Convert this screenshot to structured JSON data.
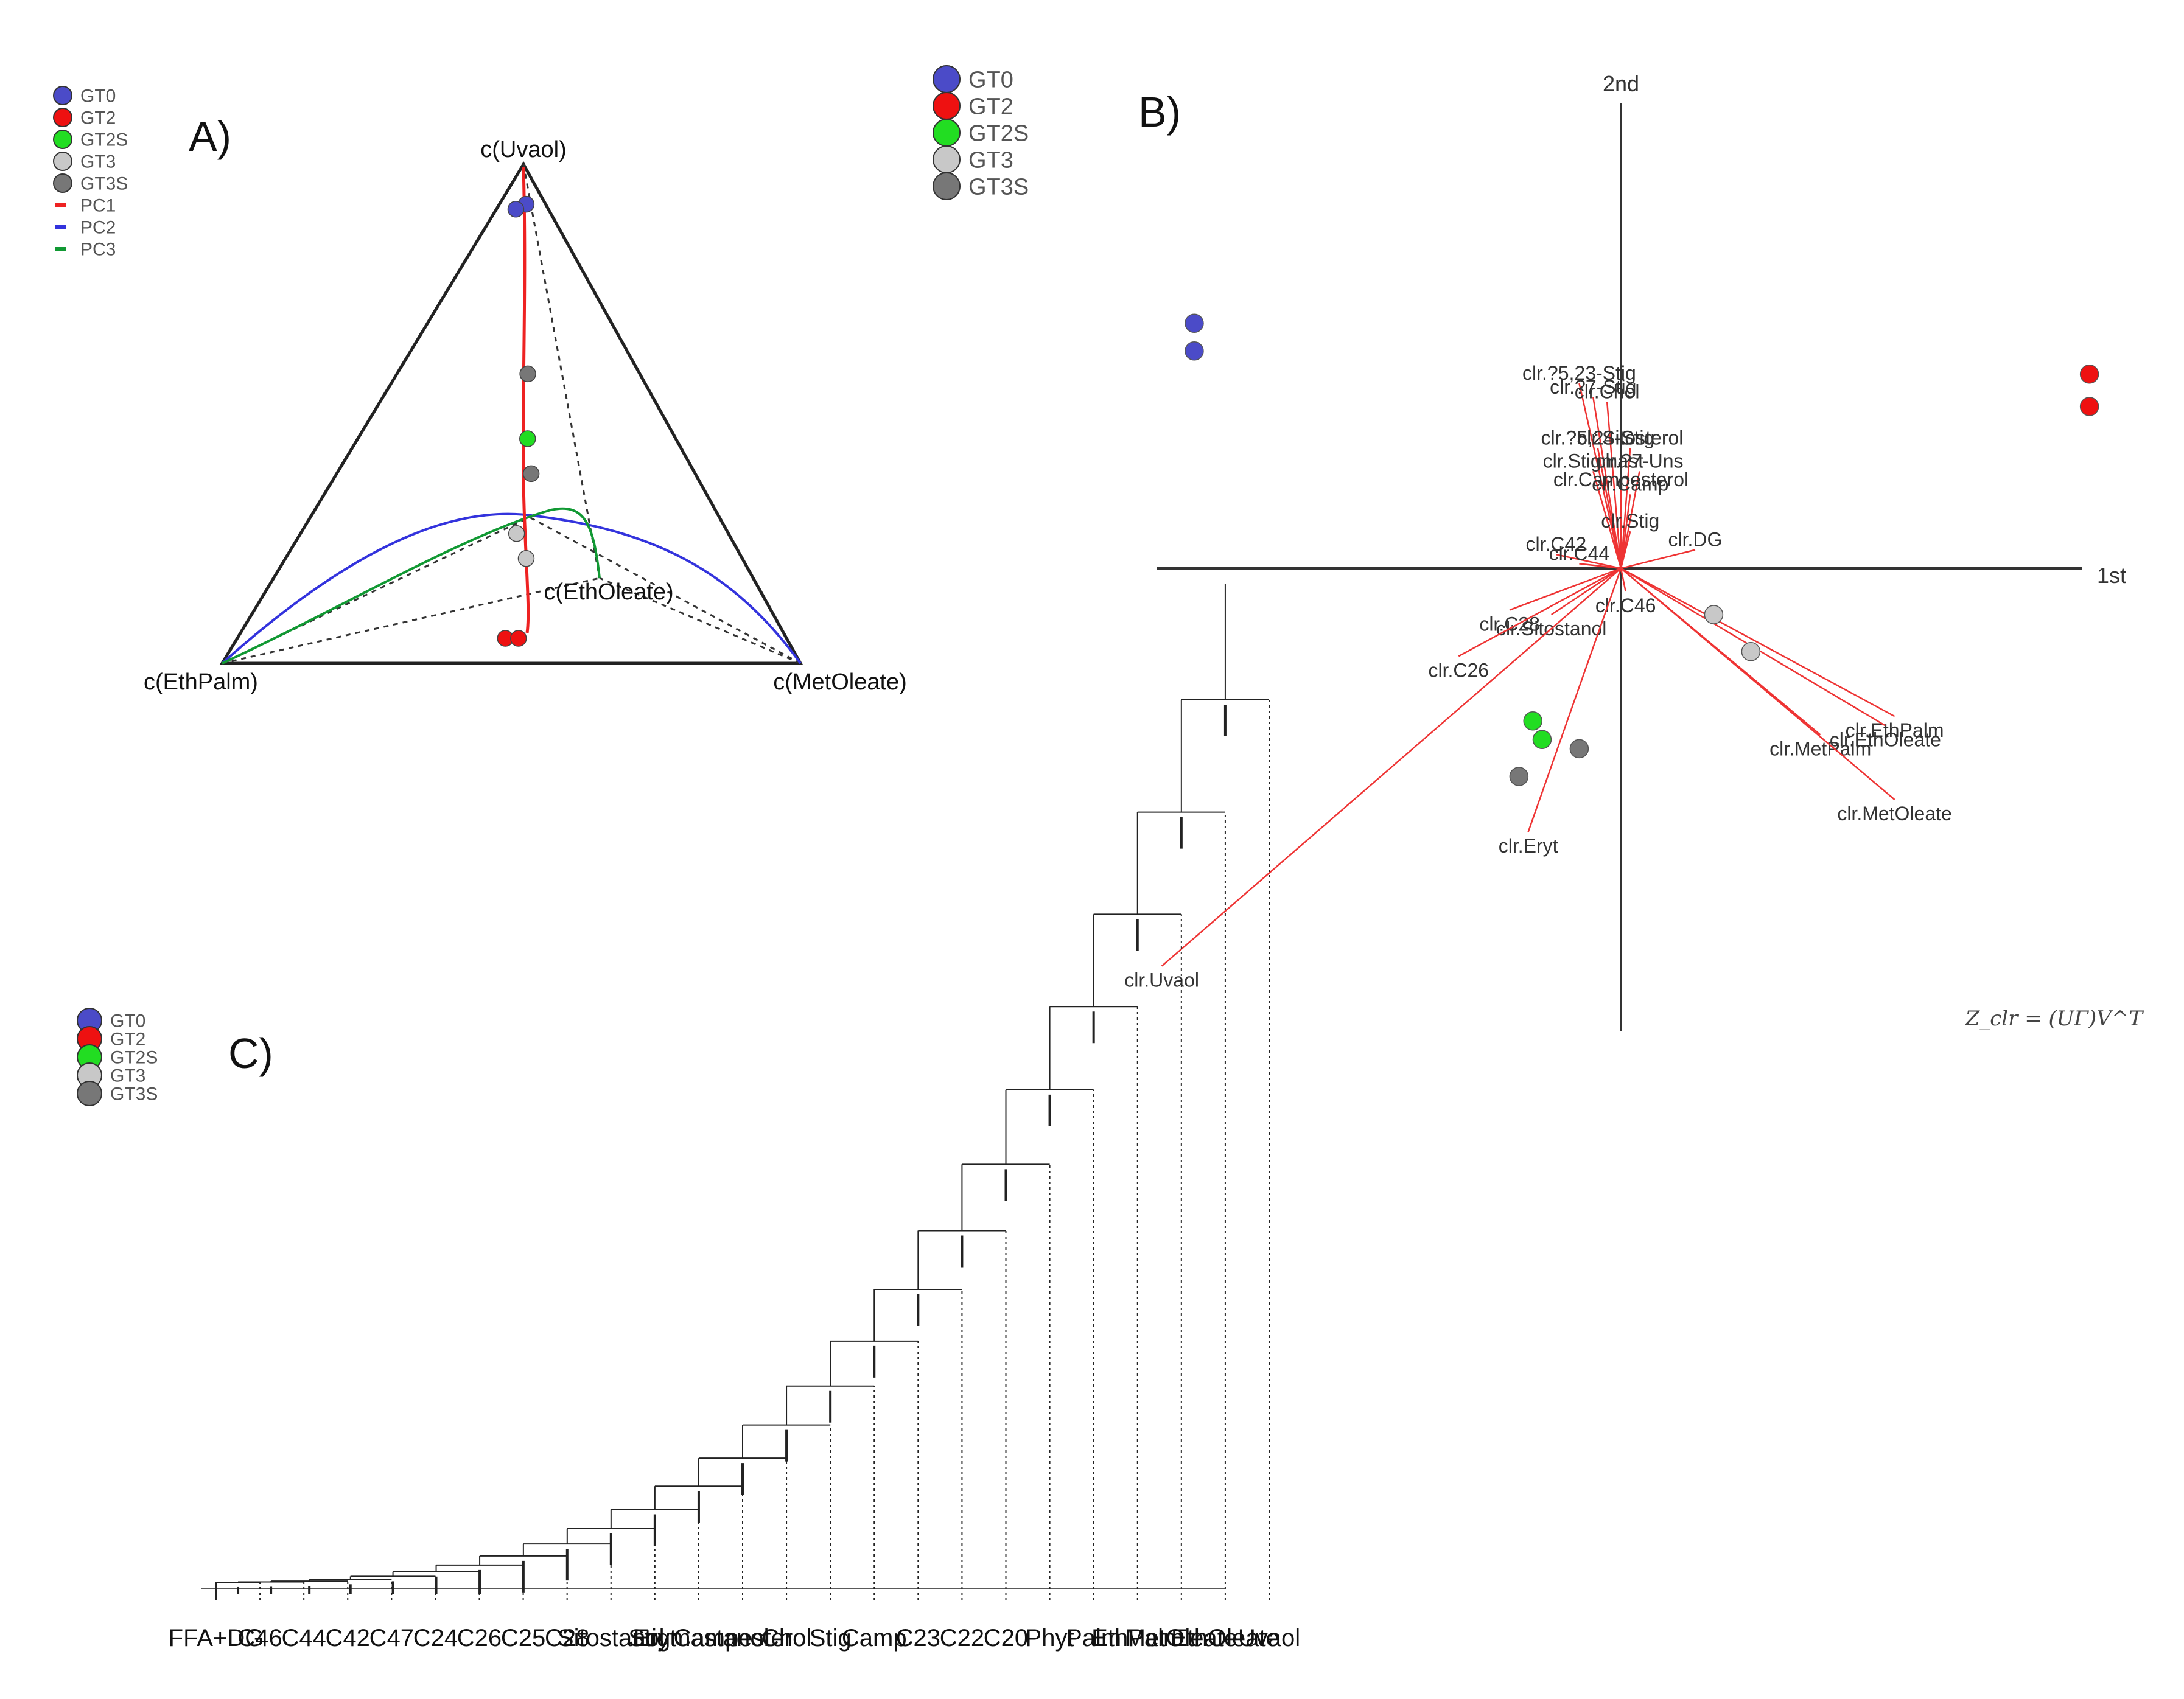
{
  "legend_colors": {
    "GT0": "#4b4bc8",
    "GT2": "#ee1111",
    "GT2S": "#22dd22",
    "GT3": "#c8c8c8",
    "GT3S": "#777777",
    "PC1": "#ee2222",
    "PC2": "#3333dd",
    "PC3": "#119933"
  },
  "chart_data": [
    {
      "type": "scatter",
      "panel": "A)",
      "kind": "ternary",
      "legend": [
        "GT0",
        "GT2",
        "GT2S",
        "GT3",
        "GT3S",
        "PC1",
        "PC2",
        "PC3"
      ],
      "vertices": [
        "c(Uvaol)",
        "c(EthPalm)",
        "c(MetOleate)"
      ],
      "inner_label": "c(EthOleate)",
      "points": [
        {
          "group": "GT0",
          "uvaol": 0.92,
          "ethpalm": 0.04,
          "metoleate": 0.04
        },
        {
          "group": "GT0",
          "uvaol": 0.91,
          "ethpalm": 0.05,
          "metoleate": 0.04
        },
        {
          "group": "GT3S",
          "uvaol": 0.58,
          "ethpalm": 0.2,
          "metoleate": 0.22
        },
        {
          "group": "GT2S",
          "uvaol": 0.45,
          "ethpalm": 0.25,
          "metoleate": 0.3
        },
        {
          "group": "GT3S",
          "uvaol": 0.38,
          "ethpalm": 0.29,
          "metoleate": 0.33
        },
        {
          "group": "GT3",
          "uvaol": 0.26,
          "ethpalm": 0.36,
          "metoleate": 0.38
        },
        {
          "group": "GT3",
          "uvaol": 0.21,
          "ethpalm": 0.38,
          "metoleate": 0.41
        },
        {
          "group": "GT2",
          "uvaol": 0.05,
          "ethpalm": 0.48,
          "metoleate": 0.47
        },
        {
          "group": "GT2",
          "uvaol": 0.05,
          "ethpalm": 0.47,
          "metoleate": 0.48
        }
      ]
    },
    {
      "type": "scatter",
      "panel": "B)",
      "kind": "biplot",
      "x_axis_label": "1st",
      "y_axis_label": "2nd",
      "legend": [
        "GT0",
        "GT2",
        "GT2S",
        "GT3",
        "GT3S"
      ],
      "formula": "Z_clr = (UΓ)V^T",
      "xlim": [
        -1,
        1
      ],
      "ylim": [
        -1,
        1
      ],
      "points": [
        {
          "group": "GT0",
          "x": -0.92,
          "y": 0.53
        },
        {
          "group": "GT0",
          "x": -0.92,
          "y": 0.47
        },
        {
          "group": "GT2",
          "x": 1.01,
          "y": 0.42
        },
        {
          "group": "GT2",
          "x": 1.01,
          "y": 0.35
        },
        {
          "group": "GT3",
          "x": 0.2,
          "y": -0.1
        },
        {
          "group": "GT3",
          "x": 0.28,
          "y": -0.18
        },
        {
          "group": "GT2S",
          "x": -0.19,
          "y": -0.33
        },
        {
          "group": "GT2S",
          "x": -0.17,
          "y": -0.37
        },
        {
          "group": "GT3S",
          "x": -0.09,
          "y": -0.39
        },
        {
          "group": "GT3S",
          "x": -0.22,
          "y": -0.45
        }
      ],
      "loadings": [
        {
          "label": "clr.?5,23-Stig",
          "x": -0.09,
          "y": 0.4
        },
        {
          "label": "clr.?7-Stig",
          "x": -0.06,
          "y": 0.37
        },
        {
          "label": "clr.Chol",
          "x": -0.03,
          "y": 0.36
        },
        {
          "label": "clr.?5,24-Stig",
          "x": -0.05,
          "y": 0.26
        },
        {
          "label": "clr.Sitosterol",
          "x": 0.02,
          "y": 0.26
        },
        {
          "label": "clr.?7-Uns",
          "x": 0.04,
          "y": 0.21
        },
        {
          "label": "clr.Stigmast",
          "x": -0.06,
          "y": 0.21
        },
        {
          "label": "clr.Campesterol",
          "x": 0.0,
          "y": 0.17
        },
        {
          "label": "clr.Camp",
          "x": 0.02,
          "y": 0.16
        },
        {
          "label": "clr.Stig",
          "x": 0.02,
          "y": 0.08
        },
        {
          "label": "clr.DG",
          "x": 0.16,
          "y": 0.04
        },
        {
          "label": "clr.C42",
          "x": -0.14,
          "y": 0.03
        },
        {
          "label": "clr.C44",
          "x": -0.09,
          "y": 0.01
        },
        {
          "label": "clr.C46",
          "x": 0.01,
          "y": -0.05
        },
        {
          "label": "clr.C28",
          "x": -0.24,
          "y": -0.09
        },
        {
          "label": "clr.Sitostanol",
          "x": -0.15,
          "y": -0.1
        },
        {
          "label": "clr.C26",
          "x": -0.35,
          "y": -0.19
        },
        {
          "label": "clr.Eryt",
          "x": -0.2,
          "y": -0.57
        },
        {
          "label": "clr.Uvaol",
          "x": -0.99,
          "y": -0.86
        },
        {
          "label": "clr.EthPalm",
          "x": 0.59,
          "y": -0.32
        },
        {
          "label": "clr.EthOleate",
          "x": 0.57,
          "y": -0.34
        },
        {
          "label": "clr.MetPalm",
          "x": 0.43,
          "y": -0.36
        },
        {
          "label": "clr.MetOleate",
          "x": 0.59,
          "y": -0.5
        }
      ]
    },
    {
      "type": "heatmap",
      "panel": "C)",
      "kind": "dendrogram",
      "legend": [
        "GT0",
        "GT2",
        "GT2S",
        "GT3",
        "GT3S"
      ],
      "leaf_labels": [
        "FFA+DG",
        "C46",
        "C44",
        "C42",
        "C47",
        "C24",
        "C26",
        "C25",
        "C28",
        "Sitostanol",
        "Eryt",
        "Stigmastanol",
        "Campesterol",
        "Chol",
        "Stig",
        "Camp",
        "C23",
        "C22",
        "C20",
        "Phyt",
        "Palm",
        "EthPalm",
        "MetOleate",
        "EthOleate",
        "Uvaol"
      ]
    }
  ]
}
